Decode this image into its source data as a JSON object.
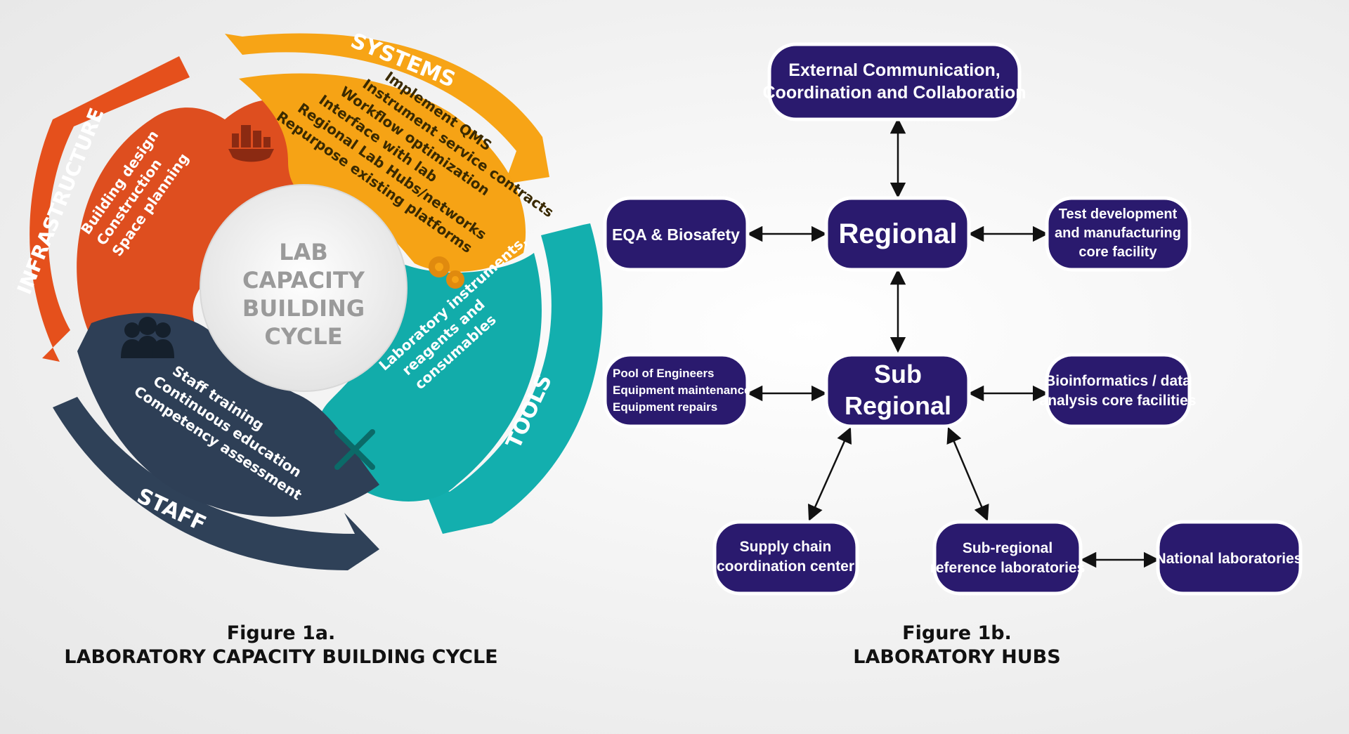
{
  "figure_a": {
    "center_lines": [
      "LAB",
      "CAPACITY",
      "BUILDING",
      "CYCLE"
    ],
    "arrows": {
      "systems": "SYSTEMS",
      "infrastructure": "INFRASTRUCTURE",
      "tools": "TOOLS",
      "staff": "STAFF"
    },
    "infrastructure_items": [
      "Building design",
      "Construction",
      "Space planning"
    ],
    "systems_items": [
      "Implement QMS",
      "Instrument service contracts",
      "Workflow optimization",
      "Interface with lab",
      "Regional Lab Hubs/networks",
      "Repurpose existing platforms"
    ],
    "tools_items": [
      "Laboratory instruments,",
      "reagents and",
      "consumables"
    ],
    "staff_items": [
      "Staff training",
      "Continuous education",
      "Competency assessment"
    ],
    "caption_title": "Figure 1a.",
    "caption_sub": "LABORATORY CAPACITY BUILDING CYCLE",
    "icons": [
      "building-gear-icon",
      "gears-icon",
      "tools-icon",
      "people-icon"
    ],
    "colors": {
      "systems": "#F7A416",
      "infrastructure": "#E5501C",
      "tools": "#13AFAE",
      "staff": "#2F4158"
    }
  },
  "figure_b": {
    "external": [
      "External Communication,",
      "Coordination and Collaboration"
    ],
    "regional": "Regional",
    "eqa": "EQA & Biosafety",
    "test_dev": [
      "Test development",
      "and manufacturing",
      "core facility"
    ],
    "sub_regional": [
      "Sub",
      "Regional"
    ],
    "pool": [
      "Pool of Engineers",
      "Equipment maintenance",
      "Equipment repairs"
    ],
    "bioinformatics": [
      "Bioinformatics / data",
      "analysis core facilities"
    ],
    "supply": [
      "Supply chain",
      "coordination center"
    ],
    "subreg_ref": [
      "Sub-regional",
      "reference laboratories"
    ],
    "national": "National laboratories",
    "caption_title": "Figure 1b.",
    "caption_sub": "LABORATORY HUBS",
    "colors": {
      "box": "#2A1A6E",
      "border": "#FFFFFF"
    }
  }
}
